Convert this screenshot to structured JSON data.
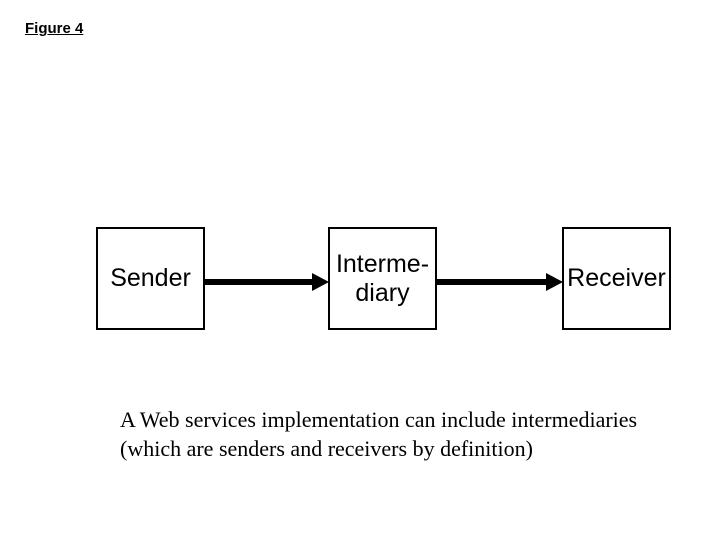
{
  "page": {
    "background_color": "#ffffff",
    "text_color": "#000000"
  },
  "figure_label": "Figure 4",
  "diagram": {
    "box_border_color": "#000000",
    "arrow_color": "#000000",
    "nodes": [
      {
        "id": "sender",
        "label": "Sender"
      },
      {
        "id": "intermediary",
        "label": "Interme-\ndiary"
      },
      {
        "id": "receiver",
        "label": "Receiver"
      }
    ],
    "edges": [
      {
        "from": "sender",
        "to": "intermediary"
      },
      {
        "from": "intermediary",
        "to": "receiver"
      }
    ]
  },
  "caption": {
    "lines": [
      "A Web services implementation can include intermediaries",
      "(which are senders and receivers by definition)"
    ]
  }
}
